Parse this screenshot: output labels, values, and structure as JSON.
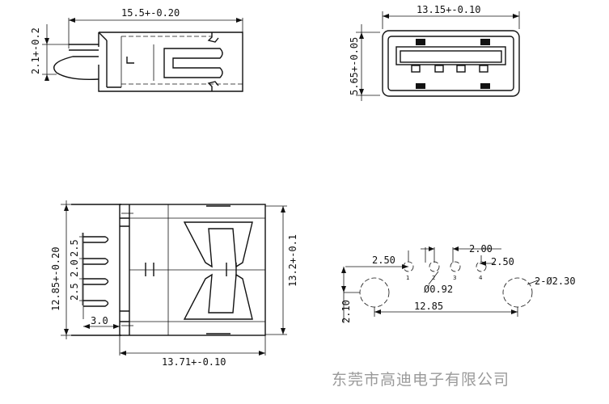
{
  "side_view": {
    "width_dim": "15.5+-0.20",
    "height_dim": "2.1+-0.2"
  },
  "front_view": {
    "width_dim": "13.15+-0.10",
    "height_dim": "5.65+-0.05"
  },
  "top_view": {
    "height_dim": "12.85+-0.20",
    "pin_pitch_1": "2.5",
    "pin_pitch_2": "2.0",
    "pin_pitch_3": "2.5",
    "lead_dim": "3.0",
    "right_dim": "13.2+-0.1",
    "width_dim": "13.71+-0.10"
  },
  "footprint": {
    "pitch_left": "2.50",
    "pitch_mid": "2.00",
    "pitch_right": "2.50",
    "pin_hole": "Ø0.92",
    "mount_hole": "2-Ø2.30",
    "hole_span": "12.85",
    "row_offset": "2.10",
    "pin_numbers": [
      "1",
      "2",
      "3",
      "4"
    ]
  },
  "watermark": "东莞市高迪电子有限公司"
}
